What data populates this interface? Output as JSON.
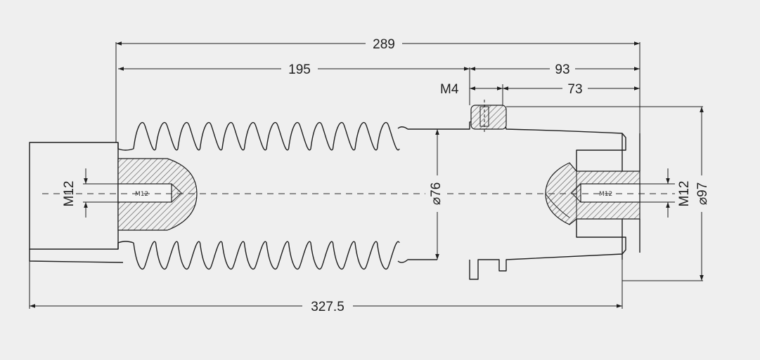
{
  "dimensions": {
    "overall_289": "289",
    "left_195": "195",
    "right_93": "93",
    "right_73": "73",
    "thread_m4": "M4",
    "total_327_5": "327.5",
    "left_m12": "M12",
    "right_m12": "M12",
    "dia_76": "⌀76",
    "dia_97": "⌀97"
  },
  "bolt_labels": {
    "left": "M12",
    "right": "M12"
  },
  "colors": {
    "background": "#efefef",
    "line": "#1e1e1e",
    "hatch": "#555555"
  }
}
